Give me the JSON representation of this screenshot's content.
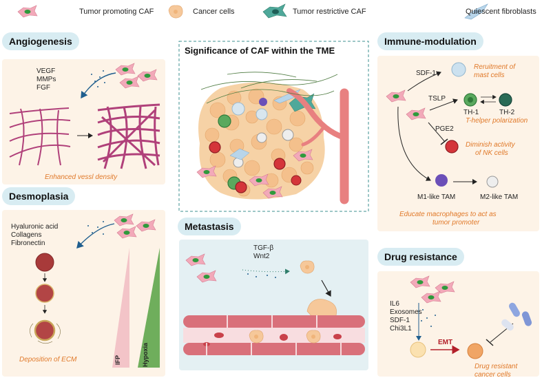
{
  "legend": {
    "tumor_promoting": "Tumor promoting CAF",
    "cancer_cells": "Cancer cells",
    "tumor_restrictive": "Tumor restrictive CAF",
    "quiescent": "Quiescent fibroblasts"
  },
  "angiogenesis": {
    "title": "Angiogenesis",
    "factors": [
      "VEGF",
      "MMPs",
      "FGF"
    ],
    "caption": "Enhanced vessl density"
  },
  "desmoplasia": {
    "title": "Desmoplasia",
    "factors": [
      "Hyaluronic acid",
      "Collagens",
      "Fibronectin"
    ],
    "caption": "Deposition of ECM",
    "ifp": "IFP",
    "hypoxia": "Hypoxia"
  },
  "center": {
    "title": "Significance of CAF within the TME"
  },
  "metastasis": {
    "title": "Metastasis",
    "factors": [
      "TGF-β",
      "Wnt2"
    ]
  },
  "immune": {
    "title": "Immune-modulation",
    "sdf1": "SDF-1",
    "recruit": [
      "Reruitment of",
      "mast cells"
    ],
    "tslp": "TSLP",
    "th1": "TH-1",
    "th2": "TH-2",
    "thelper": "T-helper polarization",
    "pge2": "PGE2",
    "diminish": [
      "Diminish activity",
      "of NK cells"
    ],
    "m1": "M1-like TAM",
    "m2": "M2-like TAM",
    "educate": [
      "Educate macrophages to act as",
      "tumor promoter"
    ]
  },
  "drug": {
    "title": "Drug resistance",
    "factors": [
      "IL6",
      "Exosomes",
      "SDF-1",
      "Chi3L1"
    ],
    "emt": "EMT",
    "caption": [
      "Drug resistant",
      "cancer cells"
    ]
  },
  "colors": {
    "caf": "#f2a9b9",
    "nucleus": "#2f9a3c",
    "cancer": "#f6c89a",
    "restrictive": "#4fa89a",
    "quiescent": "#b8d5ea",
    "vessel": "#c0457a",
    "accent": "#e07828"
  }
}
